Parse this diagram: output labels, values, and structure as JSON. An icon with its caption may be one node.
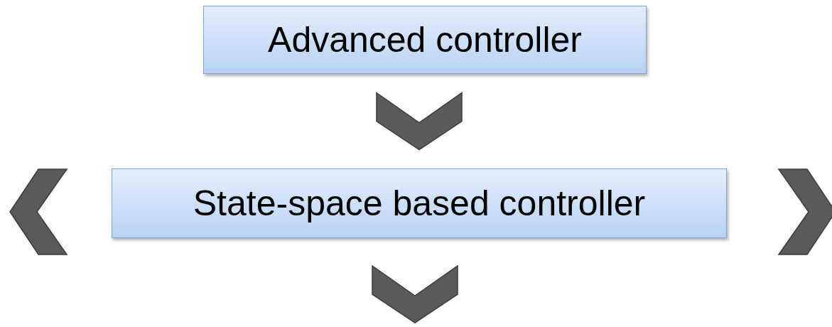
{
  "diagram": {
    "nodes": [
      {
        "text": [
          "Advanced controller"
        ]
      },
      {
        "text": [
          "State-space based controller"
        ]
      }
    ],
    "edges": [
      {
        "from": 0,
        "to": 1,
        "arrow": "to"
      }
    ]
  }
}
